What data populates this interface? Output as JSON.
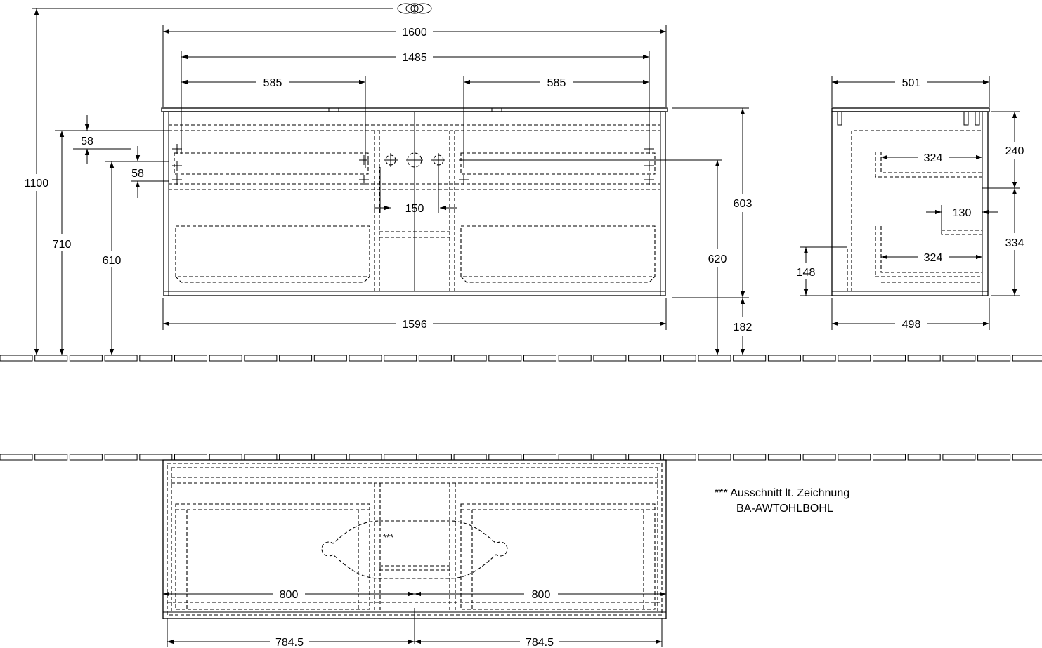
{
  "front_view": {
    "dimensions": {
      "total_height": "1100",
      "overall_width": "1600",
      "inner_width": "1485",
      "left_basin_span": "585",
      "right_basin_span": "585",
      "upper_offset": "58",
      "lower_offset": "58",
      "height_710": "710",
      "height_610": "610",
      "tap_spacing": "150",
      "cabinet_height": "603",
      "mount_height": "620",
      "floor_clearance": "182",
      "bottom_width": "1596"
    }
  },
  "side_view": {
    "dimensions": {
      "top_depth": "501",
      "upper_section": "240",
      "upper_drawer_depth": "324",
      "siphon_offset": "130",
      "lower_section": "334",
      "lower_drawer_depth": "324",
      "plinth_height": "148",
      "bottom_depth": "498"
    }
  },
  "plan_view": {
    "dimensions": {
      "left_width": "800",
      "right_width": "800",
      "left_half": "784.5",
      "right_half": "784.5"
    },
    "cutout_marker": "***"
  },
  "note": {
    "line1": "*** Ausschnitt lt. Zeichnung",
    "line2": "BA-AWTOHLBOHL"
  }
}
